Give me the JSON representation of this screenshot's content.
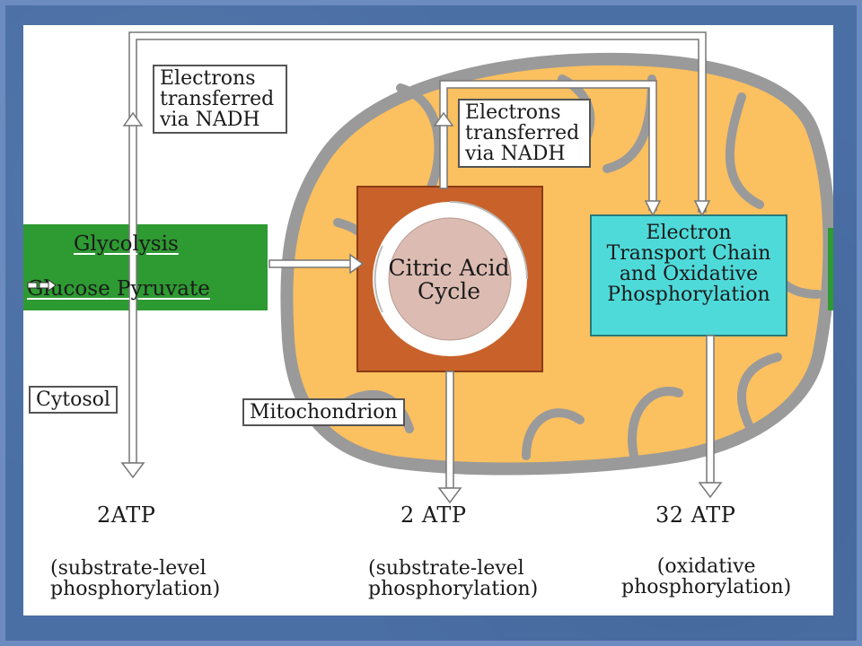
{
  "labels": {
    "electrons_nadh_left": [
      "Electrons",
      "transferred",
      "via NADH"
    ],
    "electrons_nadh_right": [
      "Electrons",
      "transferred",
      "via NADH"
    ],
    "glycolysis": "Glycolysis",
    "glucose": "Glucose",
    "pyruvate": "Pyruvate",
    "citric_acid_cycle": [
      "Citric Acid",
      "Cycle"
    ],
    "etc": [
      "Electron",
      "Transport Chain",
      "and Oxidative",
      "Phosphorylation"
    ],
    "cytosol": "Cytosol",
    "mitochondrion": "Mitochondrion"
  },
  "outputs": [
    {
      "atp": "2ATP",
      "note": [
        "(substrate-level",
        "phosphorylation)"
      ]
    },
    {
      "atp": "2 ATP",
      "note": [
        "(substrate-level",
        "phosphorylation)"
      ]
    },
    {
      "atp": "32 ATP",
      "note": [
        "(oxidative",
        "phosphorylation)"
      ]
    }
  ],
  "colors": {
    "mito_fill": "#fbc060",
    "membrane": "#9a9a9a",
    "glycolysis": "#2e9a32",
    "citric_box": "#c8622a",
    "citric_circle": "#dcbcb2",
    "etc": "#4fdada",
    "background": "#4a6fa5"
  }
}
